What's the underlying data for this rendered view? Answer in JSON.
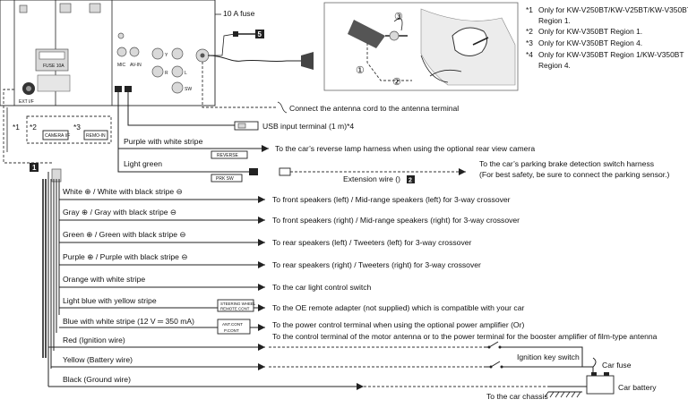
{
  "notes": [
    {
      "mark": "*1",
      "lines": [
        "Only for KW-V250BT/KW-V25BT/KW-V350BT",
        "Region 1."
      ]
    },
    {
      "mark": "*2",
      "lines": [
        "Only for KW-V350BT Region 1."
      ]
    },
    {
      "mark": "*3",
      "lines": [
        "Only for KW-V350BT Region 4."
      ]
    },
    {
      "mark": "*4",
      "lines": [
        "Only for KW-V350BT Region 1/KW-V350BT",
        "Region 4."
      ]
    }
  ],
  "unit": {
    "fuse_top": "10 A fuse",
    "fuse_inner": "FUSE 10A",
    "markers": [
      "*1",
      "*2",
      "*3"
    ],
    "ports": [
      "EXT I/F",
      "CAMERA I/F",
      "REMO-IN",
      "MIC",
      "AV-IN"
    ],
    "jack_letters": [
      "Y",
      "R",
      "L",
      "SW"
    ]
  },
  "callout_number": "5",
  "antenna_steps": [
    "①",
    "②",
    "③"
  ],
  "connections": {
    "antenna": "Connect the antenna cord to the antenna terminal",
    "usb": "USB input terminal (1 m)*4",
    "reverse_wire": "Purple with white stripe",
    "reverse_tag": "REVERSE",
    "reverse_to": "To the car’s reverse lamp harness when using the optional rear view camera",
    "parking_wire": "Light green",
    "parking_tag": "PRK SW",
    "extension": "Extension wire (",
    "extension_num": "2",
    "extension_end": ")",
    "parking_to_1": "To the car’s parking brake detection switch harness",
    "parking_to_2": "(For best safety, be sure to connect the parking sensor.)",
    "harness_num": "1"
  },
  "wires": [
    {
      "label": "White ⊕ / White with black stripe ⊖",
      "to": "To front speakers (left) / Mid-range speakers (left) for 3-way crossover"
    },
    {
      "label": "Gray ⊕ / Gray with black stripe ⊖",
      "to": "To front speakers (right) / Mid-range speakers (right) for 3-way crossover"
    },
    {
      "label": "Green ⊕ / Green with black stripe ⊖",
      "to": "To rear speakers (left) / Tweeters (left) for 3-way crossover"
    },
    {
      "label": "Purple ⊕ / Purple with black stripe ⊖",
      "to": "To rear speakers (right) / Tweeters (right) for 3-way crossover"
    },
    {
      "label": "Orange with white stripe",
      "to": "To the car light control switch"
    },
    {
      "label": "Light blue with yellow stripe",
      "to": "To the OE remote adapter (not supplied) which is compatible with your car",
      "tags": [
        "STEERING WHEEL",
        "REMOTE CONT"
      ]
    },
    {
      "label": "Blue with white stripe (12 V ═ 350 mA)",
      "to": "To the power control terminal when using the optional power amplifier (Or)",
      "tags": [
        "ANT.CONT",
        "P.CONT"
      ]
    },
    {
      "label": "Red (Ignition wire)",
      "to": "To the control terminal of the motor antenna or to the power terminal for the booster amplifier of film-type antenna"
    },
    {
      "label": "Yellow (Battery wire)"
    },
    {
      "label": "Black (Ground wire)"
    }
  ],
  "power": {
    "ignition_switch": "Ignition key switch",
    "car_fuse": "Car fuse",
    "car_battery": "Car battery",
    "chassis": "To the car chassis"
  }
}
